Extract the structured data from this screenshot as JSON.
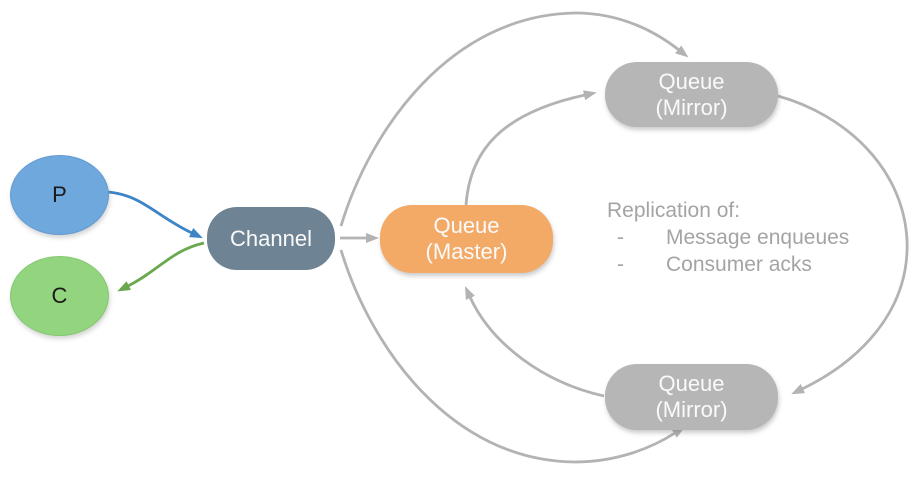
{
  "nodes": {
    "producer": {
      "label": "P"
    },
    "consumer": {
      "label": "C"
    },
    "channel": {
      "label": "Channel"
    },
    "queue_master": {
      "line1": "Queue",
      "line2": "(Master)"
    },
    "queue_mirror_top": {
      "line1": "Queue",
      "line2": "(Mirror)"
    },
    "queue_mirror_bottom": {
      "line1": "Queue",
      "line2": "(Mirror)"
    }
  },
  "note": {
    "title": "Replication of:",
    "bullet": "-",
    "items": [
      "Message enqueues",
      "Consumer acks"
    ]
  },
  "edges": [
    "producer-to-channel",
    "channel-to-consumer",
    "channel-to-queue-master",
    "channel-to-queue-mirror-top",
    "channel-to-queue-mirror-bottom",
    "queue-master-to-queue-mirror-top",
    "queue-mirror-top-to-queue-mirror-bottom",
    "queue-mirror-bottom-to-queue-master"
  ],
  "colors": {
    "producer_fill": "#6fa8dc",
    "consumer_fill": "#93d47f",
    "channel_fill": "#6e8494",
    "master_fill": "#f3aa67",
    "mirror_fill": "#b6b6b6",
    "arrow_gray": "#b3b3b3",
    "arrow_blue": "#3d85c6",
    "arrow_green": "#6aa84f",
    "note_text": "#a4a4a4",
    "node_text": "#fafafa"
  }
}
